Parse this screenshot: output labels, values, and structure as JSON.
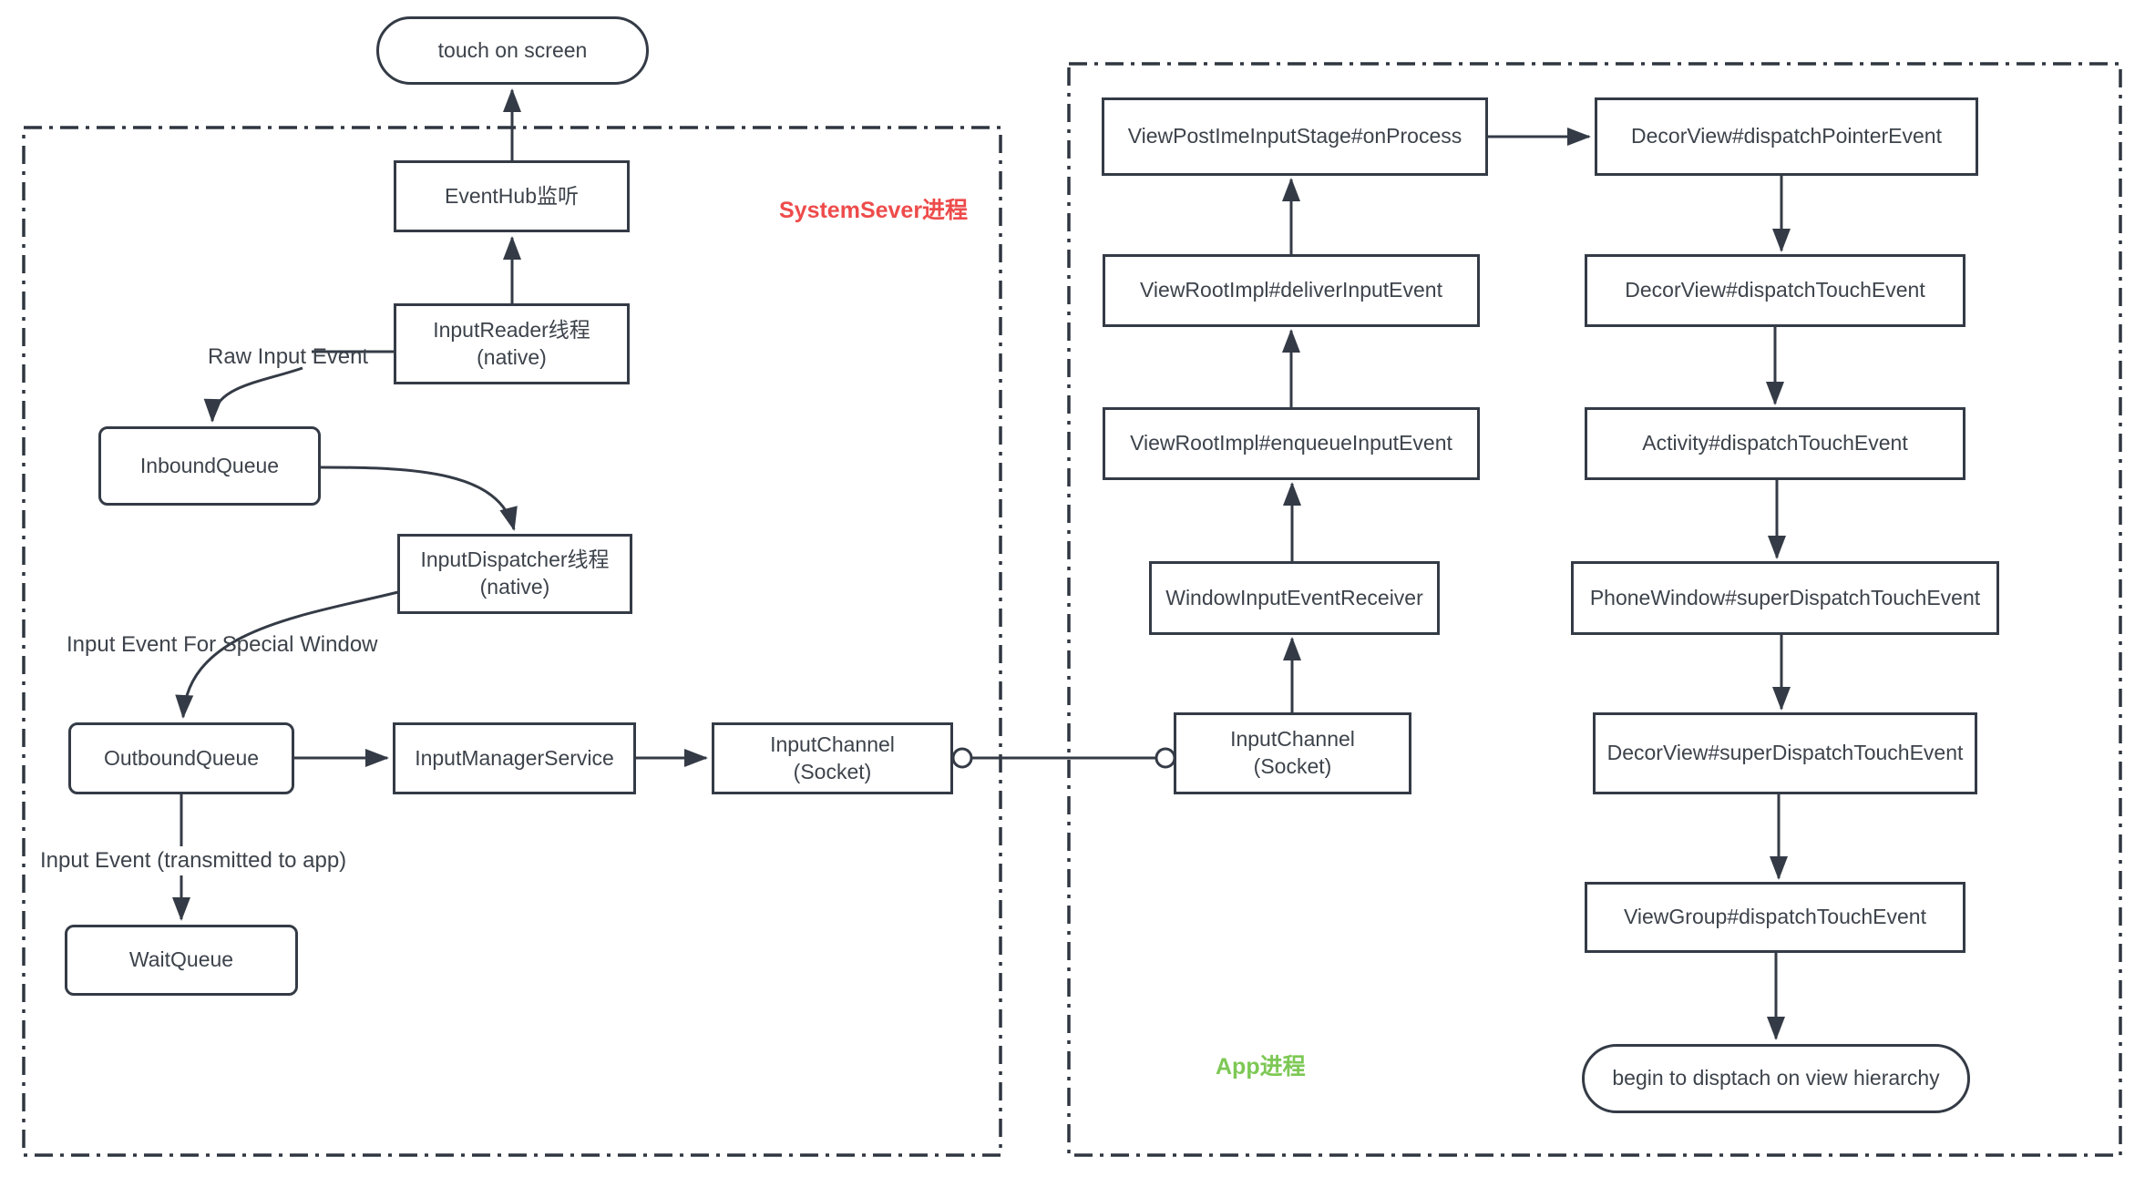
{
  "diagram": {
    "description": "Android touch input event dispatch flow diagram",
    "colors": {
      "box_border": "#343b46",
      "text": "#3d434b",
      "system_server_label": "#ee4b4b",
      "app_label": "#7dc855",
      "background": "#ffffff"
    }
  },
  "regions": {
    "system_server": {
      "label": "SystemSever进程"
    },
    "app": {
      "label": "App进程"
    }
  },
  "nodes": {
    "touch": "touch on screen",
    "eventhub": "EventHub监听",
    "input_reader": "InputReader线程\n(native)",
    "inbound_queue": "InboundQueue",
    "input_dispatcher": "InputDispatcher线程\n(native)",
    "outbound_queue": "OutboundQueue",
    "input_manager_service": "InputManagerService",
    "input_channel_server": "InputChannel\n(Socket)",
    "wait_queue": "WaitQueue",
    "input_channel_app": "InputChannel\n(Socket)",
    "window_input_event_receiver": "WindowInputEventReceiver",
    "vri_enqueue": "ViewRootImpl#enqueueInputEvent",
    "vri_deliver": "ViewRootImpl#deliverInputEvent",
    "view_post_ime": "ViewPostImeInputStage#onProcess",
    "decor_dispatch_pointer": "DecorView#dispatchPointerEvent",
    "decor_dispatch_touch": "DecorView#dispatchTouchEvent",
    "activity_dispatch_touch": "Activity#dispatchTouchEvent",
    "phone_window_super": "PhoneWindow#superDispatchTouchEvent",
    "decor_super": "DecorView#superDispatchTouchEvent",
    "viewgroup_dispatch_touch": "ViewGroup#dispatchTouchEvent",
    "begin_dispatch": "begin to disptach on view hierarchy"
  },
  "edge_labels": {
    "raw_input_event": "Raw Input Event",
    "special_window": "Input Event For Special Window",
    "transmitted_to_app": "Input Event (transmitted to app)"
  }
}
